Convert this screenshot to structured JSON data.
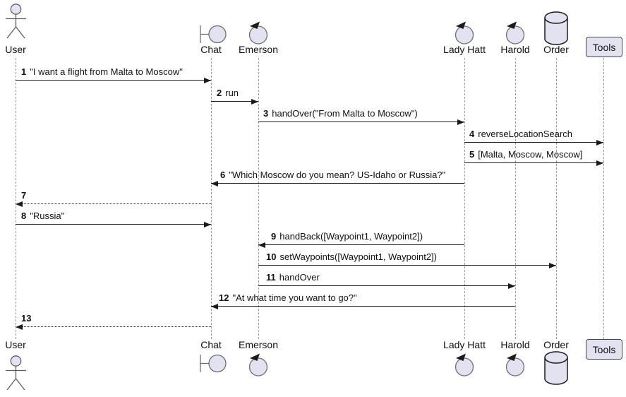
{
  "diagram_type": "uml-sequence",
  "participants": [
    {
      "name": "User",
      "icon": "actor"
    },
    {
      "name": "Chat",
      "icon": "boundary"
    },
    {
      "name": "Emerson",
      "icon": "control"
    },
    {
      "name": "Lady Hatt",
      "icon": "control"
    },
    {
      "name": "Harold",
      "icon": "control"
    },
    {
      "name": "Order",
      "icon": "database"
    },
    {
      "name": "Tools",
      "icon": "box"
    }
  ],
  "messages": [
    {
      "num": "1",
      "text": "\"I want a flight from Malta to Moscow\"",
      "from": "User",
      "to": "Chat",
      "line": "solid"
    },
    {
      "num": "2",
      "text": "run",
      "from": "Chat",
      "to": "Emerson",
      "line": "solid"
    },
    {
      "num": "3",
      "text": "handOver(\"From Malta to Moscow\")",
      "from": "Emerson",
      "to": "Lady Hatt",
      "line": "solid"
    },
    {
      "num": "4",
      "text": "reverseLocationSearch",
      "from": "Lady Hatt",
      "to": "Tools",
      "line": "solid"
    },
    {
      "num": "5",
      "text": "[Malta, Moscow, Moscow]",
      "from": "Lady Hatt",
      "to": "Tools",
      "line": "solid"
    },
    {
      "num": "6",
      "text": "\"Which Moscow do you mean? US-Idaho or Russia?\"",
      "from": "Lady Hatt",
      "to": "Chat",
      "line": "solid"
    },
    {
      "num": "7",
      "text": "",
      "from": "Chat",
      "to": "User",
      "line": "dotted"
    },
    {
      "num": "8",
      "text": "\"Russia\"",
      "from": "User",
      "to": "Chat",
      "line": "solid"
    },
    {
      "num": "9",
      "text": "handBack([Waypoint1, Waypoint2])",
      "from": "Lady Hatt",
      "to": "Emerson",
      "line": "solid"
    },
    {
      "num": "10",
      "text": "setWaypoints([Waypoint1, Waypoint2])",
      "from": "Emerson",
      "to": "Order",
      "line": "solid"
    },
    {
      "num": "11",
      "text": "handOver",
      "from": "Emerson",
      "to": "Harold",
      "line": "solid"
    },
    {
      "num": "12",
      "text": "\"At what time you want to go?\"",
      "from": "Harold",
      "to": "Chat",
      "line": "solid"
    },
    {
      "num": "13",
      "text": "",
      "from": "Chat",
      "to": "User",
      "line": "dotted"
    }
  ],
  "colors": {
    "participant_fill": "#E2E2F0",
    "stroke": "#181818",
    "lifeline": "#9B9B9B",
    "background": "#FFFFFF"
  }
}
